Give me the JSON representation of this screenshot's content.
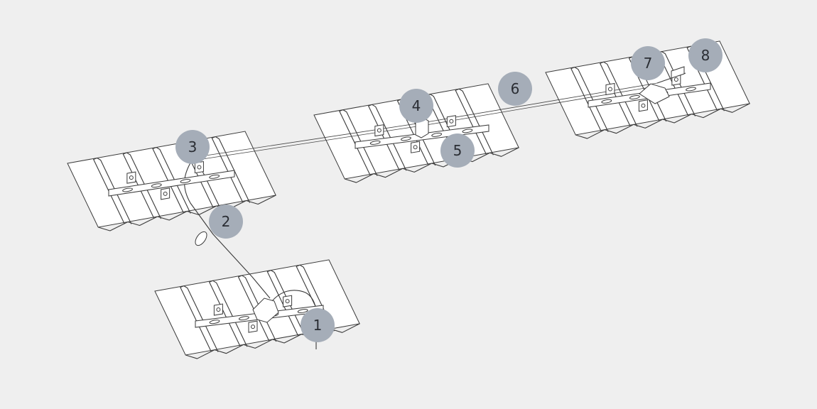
{
  "diagram": {
    "background": "#efefef",
    "callout_color": "#a5adb8",
    "callouts": [
      {
        "id": "1",
        "label": "1"
      },
      {
        "id": "2",
        "label": "2"
      },
      {
        "id": "3",
        "label": "3"
      },
      {
        "id": "4",
        "label": "4"
      },
      {
        "id": "5",
        "label": "5"
      },
      {
        "id": "6",
        "label": "6"
      },
      {
        "id": "7",
        "label": "7"
      },
      {
        "id": "8",
        "label": "8"
      }
    ]
  }
}
